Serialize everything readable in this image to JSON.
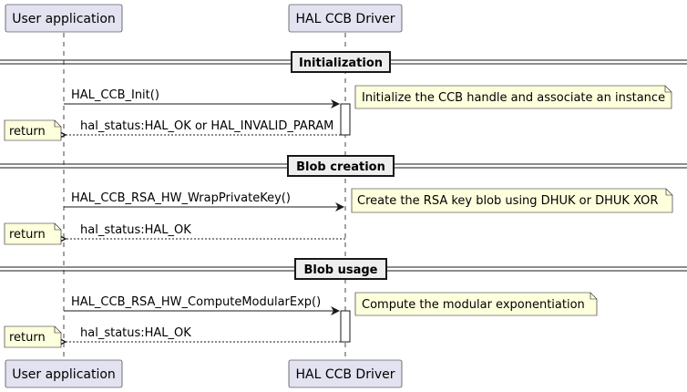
{
  "participants": {
    "user": "User application",
    "hal": "HAL CCB Driver"
  },
  "dividers": [
    "Initialization",
    "Blob creation",
    "Blob usage"
  ],
  "messages": {
    "init_call": "HAL_CCB_Init()",
    "init_return": "hal_status:HAL_OK or HAL_INVALID_PARAM",
    "wrap_call": "HAL_CCB_RSA_HW_WrapPrivateKey()",
    "wrap_return": "hal_status:HAL_OK",
    "exp_call": "HAL_CCB_RSA_HW_ComputeModularExp()",
    "exp_return": "hal_status:HAL_OK"
  },
  "notes": {
    "init": "Initialize the CCB handle and associate an instance",
    "wrap": "Create the RSA key blob using DHUK or DHUK XOR",
    "exp": "Compute the modular exponentiation",
    "return_label": "return"
  },
  "colors": {
    "participant_fill": "#E2E2F0",
    "participant_border": "#181818",
    "note_fill": "#FEFFDD",
    "divider_fill": "#EEEEEE",
    "activation_fill": "#FFFFFF",
    "lifeline": "#181818"
  }
}
